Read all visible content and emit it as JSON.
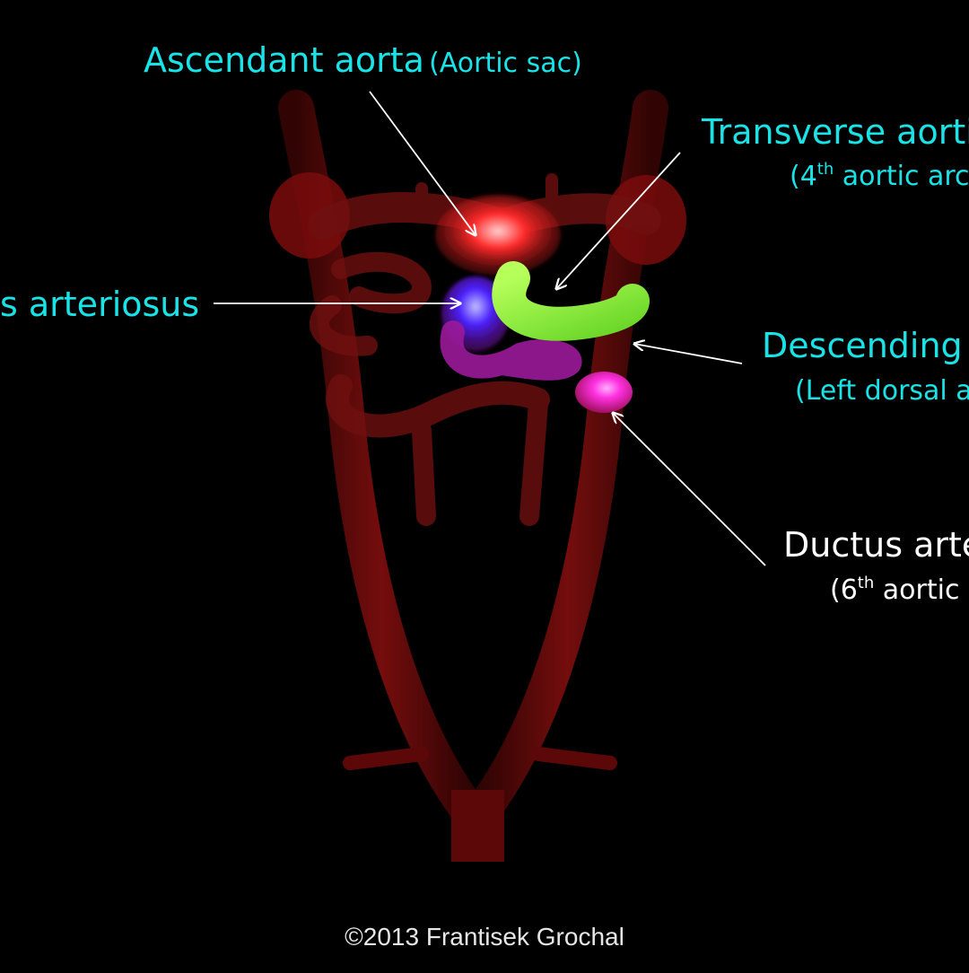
{
  "labels": {
    "ascendant_main": "Ascendant aorta",
    "ascendant_sub": "(Aortic sac)",
    "transverse_main": "Transverse aorti",
    "transverse_sub_pre": "(4",
    "transverse_sub_sup": "th",
    "transverse_sub_post": " aortic arc",
    "ligamentum": "s arteriosus",
    "descending_main": "Descending",
    "descending_sub": "(Left dorsal a",
    "ductus_main": "Ductus arte",
    "ductus_sub_pre": "(6",
    "ductus_sub_sup": "th",
    "ductus_sub_post": " aortic a"
  },
  "copyright": "©2013 Frantisek Grochal",
  "colors": {
    "background": "#000000",
    "label_cyan": "#19e3e6",
    "label_white": "#ffffff",
    "vessel_dark_red": "#6e0a0a",
    "aortic_sac_red": "#ff2020",
    "fourth_arch_green": "#7cf03a",
    "sixth_arch_magenta": "#ff30e0",
    "ductus_blue_purple": "#6a20e0"
  }
}
